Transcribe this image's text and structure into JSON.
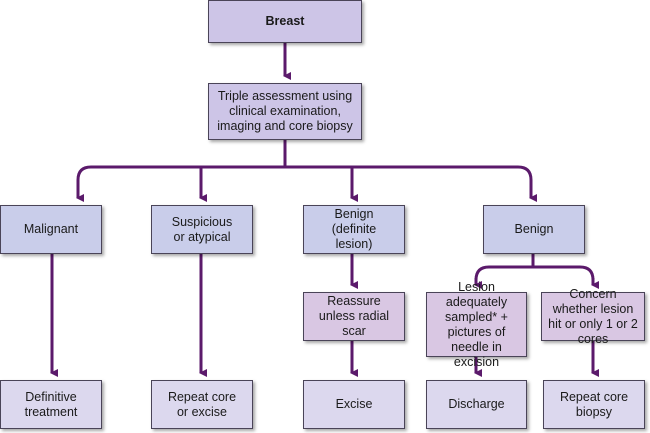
{
  "diagram": {
    "root": "Breast",
    "assessment": "Triple assessment using clinical examination, imaging and core biopsy",
    "categories": [
      {
        "label": "Malignant",
        "outcome": "Definitive treatment"
      },
      {
        "label": "Suspicious or atypical",
        "outcome": "Repeat core or excise"
      },
      {
        "label": "Benign (definite lesion)",
        "intermediate": "Reassure unless radial scar",
        "outcome": "Excise"
      },
      {
        "label": "Benign",
        "branches": [
          {
            "condition": "Lesion adequately sampled* + pictures of needle in excision",
            "outcome": "Discharge"
          },
          {
            "condition": "Concern whether lesion hit or only 1 or 2 cores",
            "outcome": "Repeat core biopsy"
          }
        ]
      }
    ]
  },
  "colors": {
    "connector": "#5b1a6b",
    "top": "#cdc5e7",
    "category": "#c9cdea",
    "intermediate": "#d9c7e3",
    "outcome": "#dcd8ee"
  }
}
